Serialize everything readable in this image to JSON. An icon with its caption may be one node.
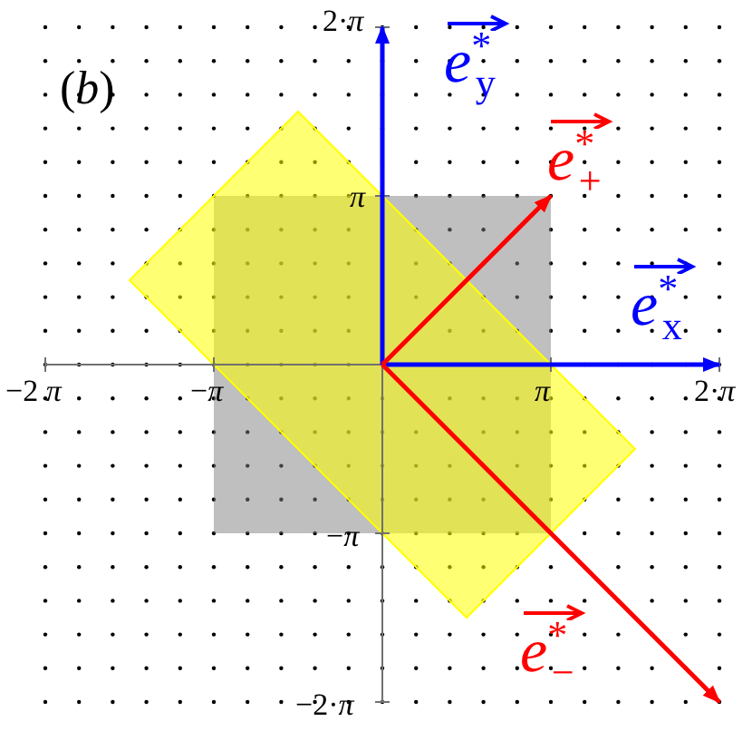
{
  "diagram": {
    "labels": [
      "(*b*)",
      "2·*π*",
      "*e*$^{*}$$_{y}$",
      "*e*$^{*}$$_{+}$",
      "*π*",
      "*e*$^{*}$$_{x}$",
      "−2 *π*",
      "−*π*",
      "*π*",
      "2·*π*",
      "−*π*",
      "*e*$^{*}$$_{−}$",
      "−2·*π*"
    ]
  }
}
